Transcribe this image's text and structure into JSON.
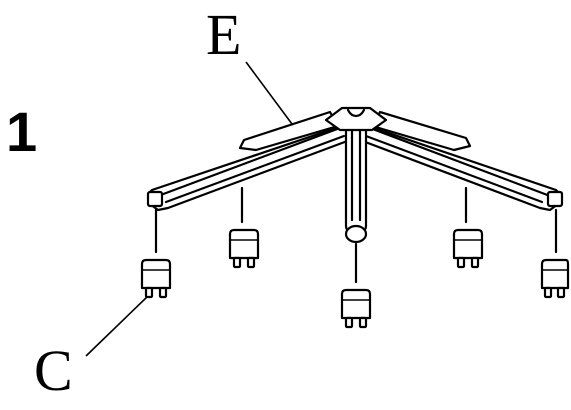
{
  "diagram": {
    "step_number": "1",
    "labels": {
      "base": "E",
      "caster": "C"
    },
    "parts": [
      "five-star-base",
      "caster"
    ],
    "caster_count": 5,
    "ink_color": "#000000",
    "background_color": "#ffffff"
  }
}
